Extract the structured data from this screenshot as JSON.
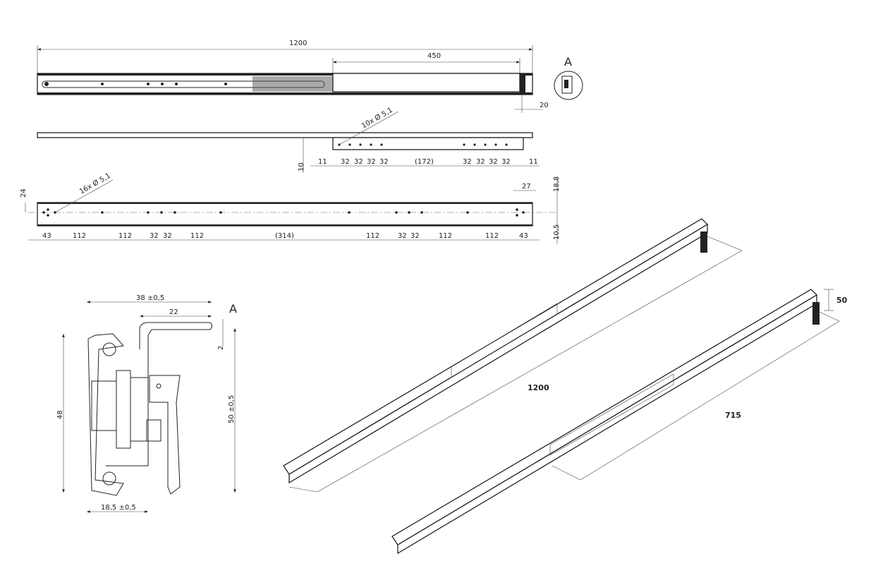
{
  "top_view": {
    "overall_length": "1200",
    "extension_length": "450",
    "end_offset": "20",
    "detail_label": "A"
  },
  "side_view": {
    "hole_callout": "10x Ø 5,1",
    "height_offset": "10",
    "spacings": [
      "11",
      "32",
      "32",
      "32",
      "32",
      "(172)",
      "32",
      "32",
      "32",
      "32",
      "11"
    ]
  },
  "bottom_view": {
    "hole_callout": "16x Ø 5,1",
    "width": "24",
    "top_offset": "18,8",
    "end_spacing": "27",
    "bottom_offset": "10,5",
    "spacings": [
      "43",
      "112",
      "112",
      "32",
      "32",
      "112",
      "(314)",
      "112",
      "32",
      "32",
      "112",
      "112",
      "43"
    ]
  },
  "detail_a": {
    "label": "A",
    "total_width": "38 ±0,5",
    "lever_length": "22",
    "lever_thickness": "2",
    "body_height": "48",
    "total_height": "50 ±0,5",
    "body_width": "18,5 ±0,5"
  },
  "isometric": {
    "closed_length": "1200",
    "stroke_length": "715",
    "height": "50"
  }
}
